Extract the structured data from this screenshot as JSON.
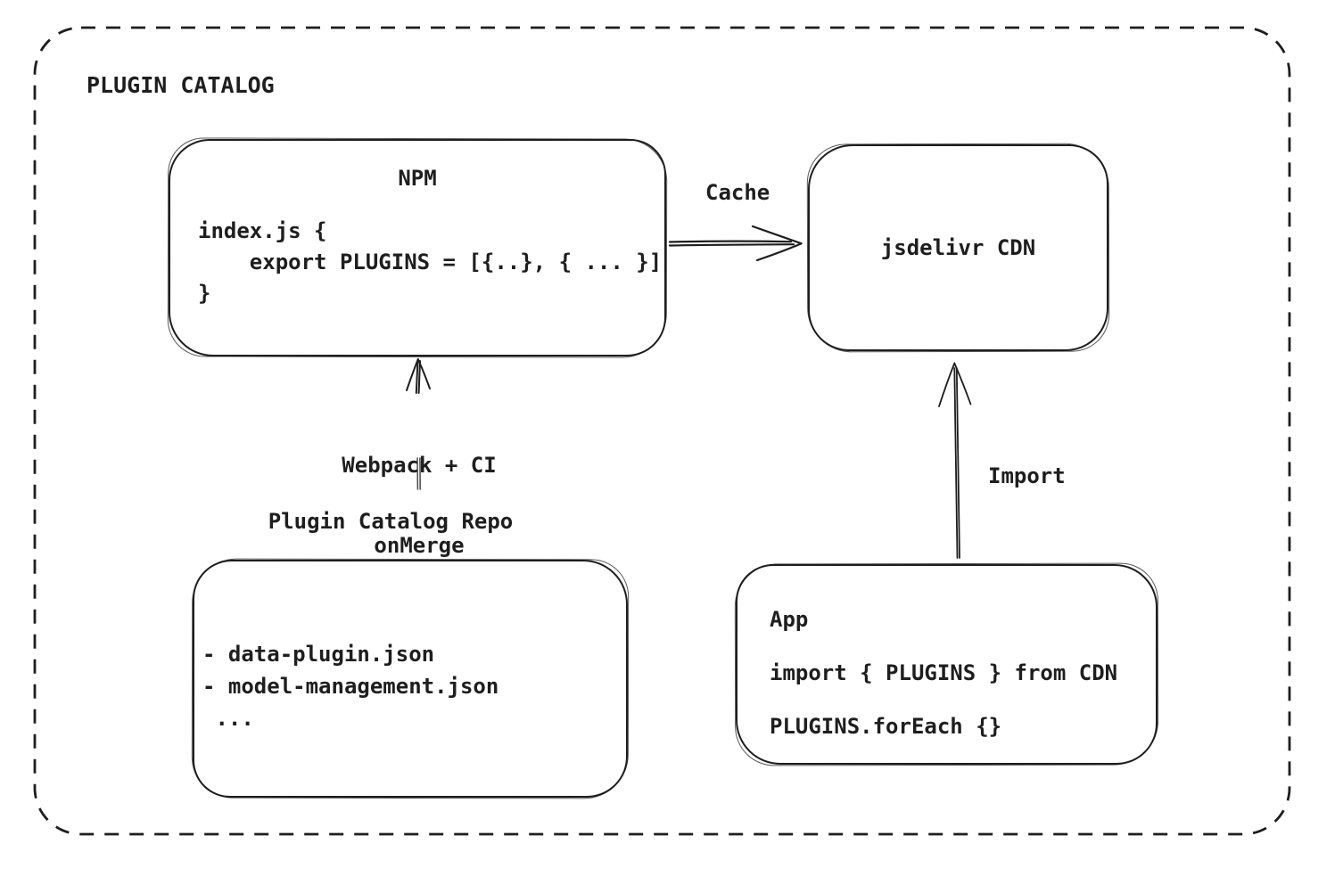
{
  "title": "PLUGIN CATALOG",
  "colors": {
    "stroke": "#1e1e1e",
    "background": "#ffffff",
    "connector_gray": "#4a4a4a"
  },
  "npm": {
    "title": "NPM",
    "code_line1": "index.js {",
    "code_line2": "    export PLUGINS = [{..}, { ... }]",
    "code_line3": "}"
  },
  "cdn": {
    "label": "jsdelivr CDN"
  },
  "repo": {
    "label": "Plugin Catalog Repo",
    "file_line1": "- data-plugin.json",
    "file_line2": "- model-management.json",
    "file_line3": " ..."
  },
  "app": {
    "title": "App",
    "code_line1": "import { PLUGINS } from CDN",
    "code_line2": "PLUGINS.forEach {}"
  },
  "edges": {
    "cache": {
      "label": "Cache"
    },
    "build": {
      "label_line1": "Webpack + CI",
      "label_line2": "onMerge"
    },
    "import": {
      "label": "Import"
    }
  }
}
